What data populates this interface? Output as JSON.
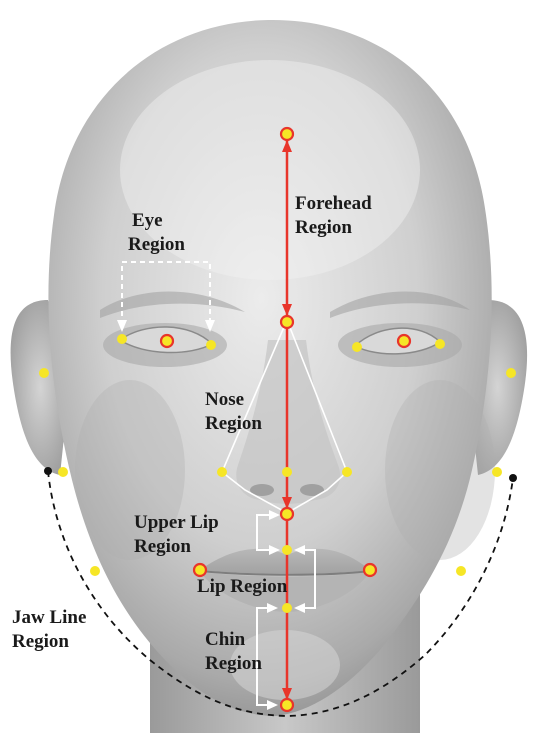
{
  "regions": {
    "forehead": [
      "Forehead",
      "Region"
    ],
    "eye": [
      "Eye",
      "Region"
    ],
    "nose": [
      "Nose",
      "Region"
    ],
    "upper_lip": [
      "Upper Lip",
      "Region"
    ],
    "lip": [
      "Lip Region"
    ],
    "jaw": [
      "Jaw Line",
      "Region"
    ],
    "chin": [
      "Chin",
      "Region"
    ]
  },
  "colors": {
    "face_light": "#e6e6e6",
    "face_mid": "#bdbdbd",
    "face_dark": "#8f8f8f",
    "red_line": "#e8352b",
    "yellow_point": "#f6e626",
    "jaw_dash": "#111111",
    "white_arrow": "#ffffff"
  }
}
